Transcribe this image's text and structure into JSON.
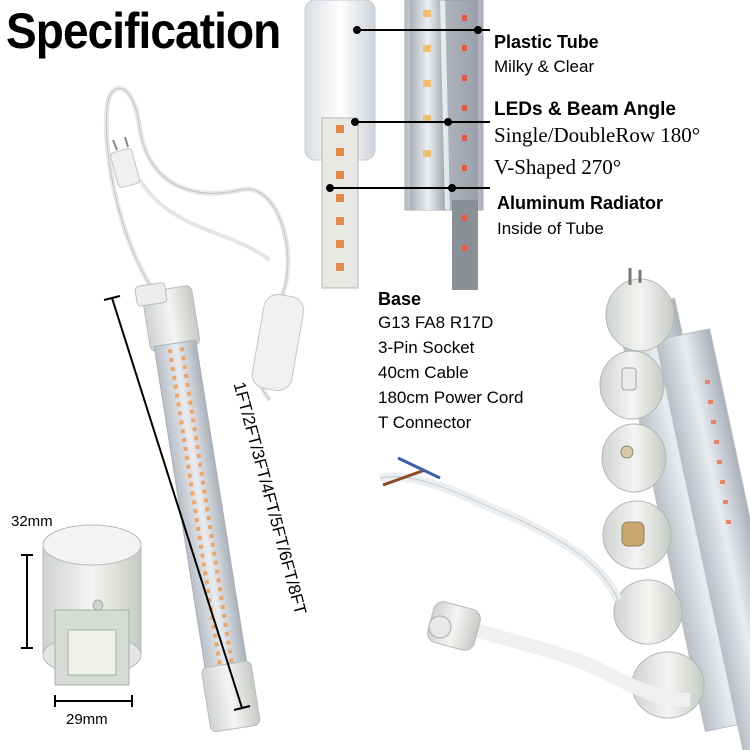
{
  "title": "Specification",
  "callouts": {
    "plastic_tube": {
      "title": "Plastic Tube",
      "detail": "Milky & Clear"
    },
    "leds": {
      "title": "LEDs & Beam Angle",
      "line1": "Single/DoubleRow 180°",
      "line2": "V-Shaped 270°"
    },
    "radiator": {
      "title": "Aluminum Radiator",
      "detail": "Inside of Tube"
    }
  },
  "base": {
    "title": "Base",
    "lines": [
      "G13  FA8  R17D",
      "3-Pin Socket",
      "40cm  Cable",
      "180cm Power Cord",
      "T Connector"
    ]
  },
  "length_label": "1FT/2FT/3FT/4FT/5FT/6FT/8FT",
  "dimensions": {
    "height": "32mm",
    "width": "29mm"
  }
}
